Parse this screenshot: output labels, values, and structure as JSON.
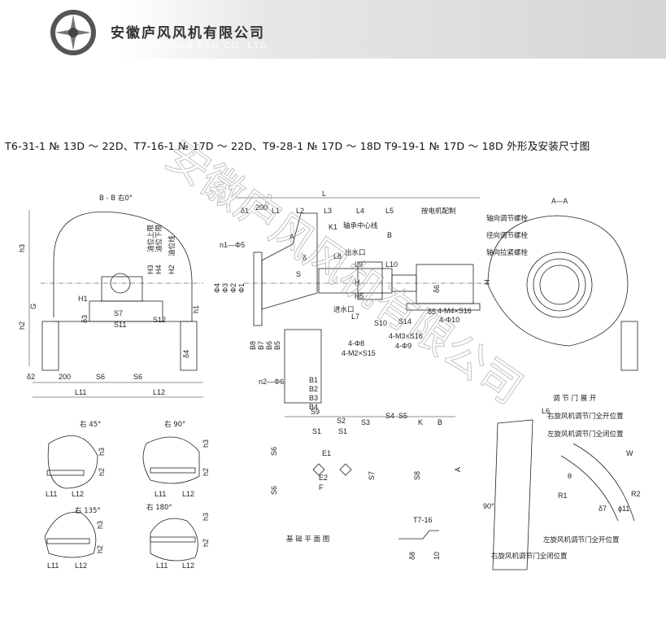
{
  "header": {
    "company_cn": "安徽庐风风机有限公司",
    "company_en": "ANHUI ANFENG FAN CO.,LTD.",
    "logo_icon": "fan-logo-icon"
  },
  "title": "T6-31-1 № 13D ～ 22D、T7-16-1 № 17D ～ 22D、T9-28-1 № 17D ～ 18D  T9-19-1 № 17D ～ 18D 外形及安装尺寸图",
  "watermark": "安徽庐风风机有限公司",
  "views": {
    "bb": {
      "title": "B - B  右0°"
    },
    "aa": {
      "title": "A—A"
    },
    "rot45": {
      "title": "右 45°"
    },
    "rot90": {
      "title": "右 90°"
    },
    "rot135": {
      "title": "右 135°"
    },
    "rot180": {
      "title": "右 180°"
    },
    "foundation": {
      "title": "基 础 平 面 图"
    },
    "damper": {
      "title": "调 节 门 展 开"
    },
    "t716": {
      "title": "T7-16"
    }
  },
  "labels": {
    "motor": "按电机配制",
    "bearing_center": "轴承中心线",
    "outlet": "出水口",
    "inlet": "进水口",
    "axial_adjust": "轴向调节螺栓",
    "radial_adjust": "径向调节螺栓",
    "axial_pull": "轴向拉紧螺栓",
    "oil_upper": "油位上限",
    "oil_lower": "油位下限",
    "oil_line": "油位线",
    "right_open": "右旋风机调节门全开位置",
    "left_closed": "左旋风机调节门全闭位置",
    "left_open": "左旋风机调节门全开位置",
    "right_closed": "右旋风机调节门全闭位置"
  },
  "dims": {
    "L": "L",
    "L1": "L1",
    "L2": "L2",
    "L3": "L3",
    "L4": "L4",
    "L5": "L5",
    "L7": "L7",
    "L8": "L8",
    "L9": "L9",
    "L10": "L10",
    "L11": "L11",
    "L12": "L12",
    "L6": "L6",
    "d200": "200",
    "d1": "δ1",
    "d2": "δ2",
    "A": "A",
    "B": "B",
    "K1": "K1",
    "S": "S",
    "delta": "δ",
    "S14": "S14",
    "S10": "S10",
    "H": "H",
    "H1": "H1",
    "H2": "H2",
    "H3": "H3",
    "H4": "H4",
    "H5": "H5",
    "h1": "h1",
    "h2": "h2",
    "h3": "h3",
    "G": "G",
    "S7": "S7",
    "S11": "S11",
    "S12": "S12",
    "S6": "S6",
    "d3": "δ3",
    "d4": "δ4",
    "d5": "δ5",
    "d6": "δ6",
    "n1phi5": "n1—Φ5",
    "n2phi6": "n2—Φ6",
    "phi4": "Φ4",
    "phi3": "Φ3",
    "phi2": "Φ2",
    "phi1": "Φ1",
    "M4S16": "4-M4×S16",
    "phi10": "4-Φ10",
    "M3S16": "4-M3×S16",
    "phi9": "4-Φ9",
    "phi8": "4-Φ8",
    "M2S15": "4-M2×S15",
    "B1": "B1",
    "B2": "B2",
    "B3": "B3",
    "B4": "B4",
    "B5": "B5",
    "B6": "B6",
    "B7": "B7",
    "B8": "B8",
    "S1": "S1",
    "S2": "S2",
    "S3": "S3",
    "S4": "S4",
    "S5": "S5",
    "S8": "S8",
    "S9": "S9",
    "K": "K",
    "E1": "E1",
    "E2": "E2",
    "F": "F",
    "theta": "θ",
    "R1": "R1",
    "R2": "R2",
    "d7": "δ7",
    "W": "W",
    "phi11": "ϕ11",
    "deg90": "90°",
    "d10": "10",
    "d8": "δ8"
  }
}
